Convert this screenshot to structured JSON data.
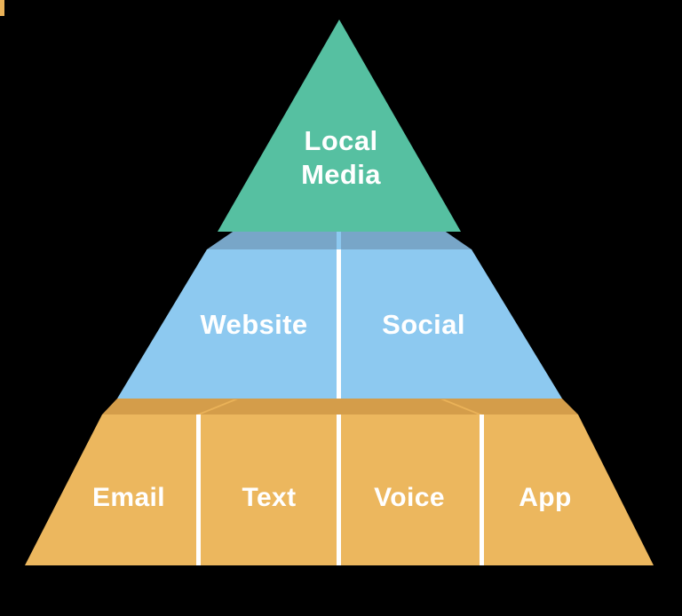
{
  "colors": {
    "background": "#000000",
    "green": "#56C0A1",
    "blue_light": "#8DC9F0",
    "blue_dark": "#78A6C8",
    "blue_seam": "#8DC9F0",
    "orange_light": "#ECB75E",
    "orange_dark": "#D49D4A",
    "orange_seam": "#EAB258",
    "divider": "#FFFFFF",
    "label_text": "#FFFFFF"
  },
  "pyramid": {
    "type": "pyramid-diagram",
    "tiers": [
      {
        "name": "top",
        "lines": [
          "Local",
          "Media"
        ],
        "segments": [
          {
            "label": "Local Media"
          }
        ]
      },
      {
        "name": "middle",
        "segments": [
          {
            "label": "Website"
          },
          {
            "label": "Social"
          }
        ]
      },
      {
        "name": "bottom",
        "segments": [
          {
            "label": "Email"
          },
          {
            "label": "Text"
          },
          {
            "label": "Voice"
          },
          {
            "label": "App"
          }
        ]
      }
    ]
  }
}
